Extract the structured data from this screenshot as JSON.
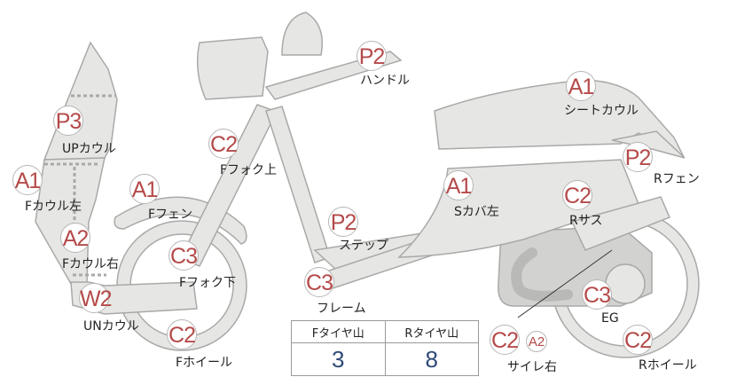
{
  "parts": [
    {
      "id": "handle",
      "grade": "P2",
      "label": "ハンドル"
    },
    {
      "id": "seat-cowl",
      "grade": "A1",
      "label": "シートカウル"
    },
    {
      "id": "up-cowl",
      "grade": "P3",
      "label": "UPカウル"
    },
    {
      "id": "f-fork-upper",
      "grade": "C2",
      "label": "Fフォク上"
    },
    {
      "id": "r-fender",
      "grade": "P2",
      "label": "Rフェン"
    },
    {
      "id": "f-cowl-left",
      "grade": "A1",
      "label": "Fカウル左"
    },
    {
      "id": "f-fender",
      "grade": "A1",
      "label": "Fフェン"
    },
    {
      "id": "s-cover-left",
      "grade": "A1",
      "label": "Sカバ左"
    },
    {
      "id": "r-suspension",
      "grade": "C2",
      "label": "Rサス"
    },
    {
      "id": "step",
      "grade": "P2",
      "label": "ステップ"
    },
    {
      "id": "f-cowl-right",
      "grade": "A2",
      "label": "Fカウル右"
    },
    {
      "id": "f-fork-lower",
      "grade": "C3",
      "label": "Fフォク下"
    },
    {
      "id": "frame",
      "grade": "C3",
      "label": "フレーム"
    },
    {
      "id": "engine",
      "grade": "C3",
      "label": "EG"
    },
    {
      "id": "un-cowl",
      "grade": "W2",
      "label": "UNカウル"
    },
    {
      "id": "f-wheel",
      "grade": "C2",
      "label": "Fホイール"
    },
    {
      "id": "muffler-right",
      "grade": "C2",
      "grade2": "A2",
      "label": "サイレ右"
    },
    {
      "id": "r-wheel",
      "grade": "C2",
      "label": "Rホイール"
    }
  ],
  "tire_table": {
    "headers": [
      "Fタイヤ山",
      "Rタイヤ山"
    ],
    "values": [
      "3",
      "8"
    ]
  },
  "colors": {
    "grade_text": "#b54a4a",
    "tire_value": "#2e4a78",
    "part_fill": "#e6e6e4",
    "part_stroke": "#a9a9a7"
  }
}
